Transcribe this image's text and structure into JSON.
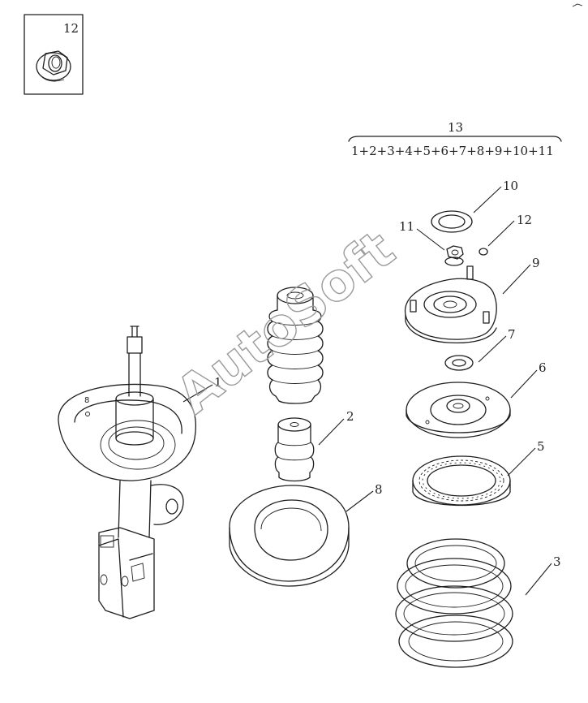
{
  "inset": {
    "callout": "12"
  },
  "assembly": {
    "number": "13",
    "formula": "1+2+3+4+5+6+7+8+9+10+11"
  },
  "callouts": {
    "p1": "1",
    "p2": "2",
    "p3": "3",
    "p5": "5",
    "p6": "6",
    "p7": "7",
    "p8": "8",
    "p9": "9",
    "p10": "10",
    "p11": "11",
    "p12": "12"
  },
  "watermark": "AutoSoft"
}
